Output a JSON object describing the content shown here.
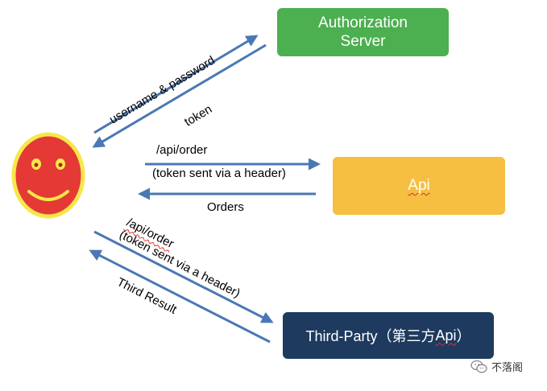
{
  "nodes": {
    "auth_server": {
      "line1": "Authorization",
      "line2": "Server",
      "color": "#4caf50"
    },
    "api": {
      "label": "Api",
      "color": "#f6bf41"
    },
    "third_party": {
      "label_prefix": "Third-Party（第三方",
      "label_api": "Api",
      "label_suffix": "）",
      "color": "#1e3a5f"
    },
    "user": {
      "face_color": "#e53935",
      "outline_color": "#f6e84a"
    }
  },
  "edges": {
    "to_auth": {
      "label": "username & password"
    },
    "from_auth": {
      "label": "token"
    },
    "to_api": {
      "label_line1": "/api/order",
      "label_line2": "(token sent via a header)"
    },
    "from_api": {
      "label": "Orders"
    },
    "to_third": {
      "label_line1": "/api/order",
      "label_line2": "(token sent via a header)"
    },
    "from_third": {
      "label": "Third Result"
    }
  },
  "arrow_color": "#4a78b4",
  "watermark": {
    "text": "不落阁"
  }
}
